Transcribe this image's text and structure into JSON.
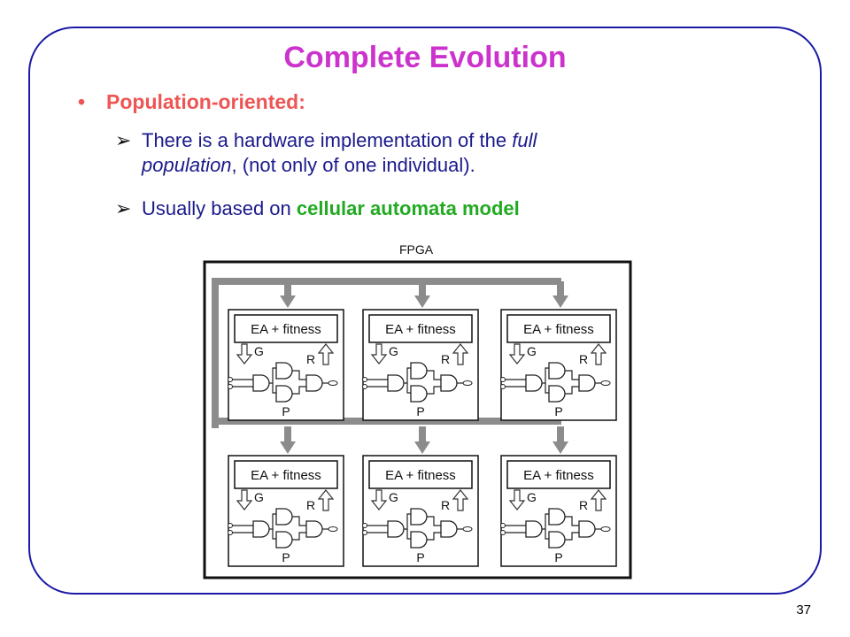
{
  "slide": {
    "title": "Complete Evolution",
    "bullet": "Population-oriented:",
    "sub1_line1_a": "There is a hardware implementation  of the ",
    "sub1_line1_em": "full",
    "sub1_line2_em": "population",
    "sub1_line2_b": ",  (not only of one individual).",
    "sub2_a": "Usually based on ",
    "sub2_hl": "cellular automata model",
    "page_number": "37"
  },
  "diagram": {
    "fpga_label": "FPGA",
    "cell_label": "EA + fitness",
    "g_label": "G",
    "r_label": "R",
    "p_label": "P",
    "rows": 2,
    "cols": 3
  },
  "colors": {
    "title": "#cc33cc",
    "bullet": "#ee5555",
    "body": "#1a1a8c",
    "highlight": "#22aa22",
    "frame": "#1a1aa6",
    "bus": "#8c8c8c"
  }
}
